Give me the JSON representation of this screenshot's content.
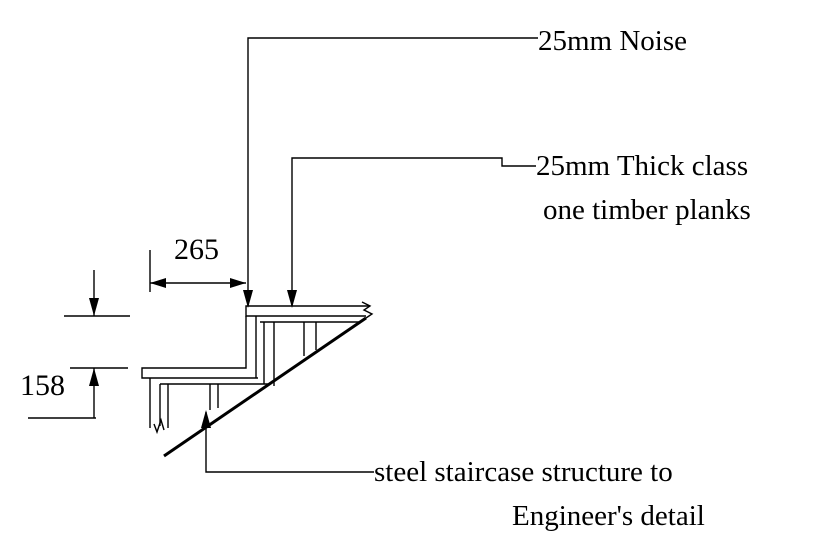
{
  "labels": {
    "nosing": "25mm Noise",
    "planks_line1": "25mm Thick class",
    "planks_line2": "one timber planks",
    "structure_line1": "steel staircase structure to",
    "structure_line2": "Engineer's detail"
  },
  "dimensions": {
    "going": "265",
    "rise": "158"
  }
}
